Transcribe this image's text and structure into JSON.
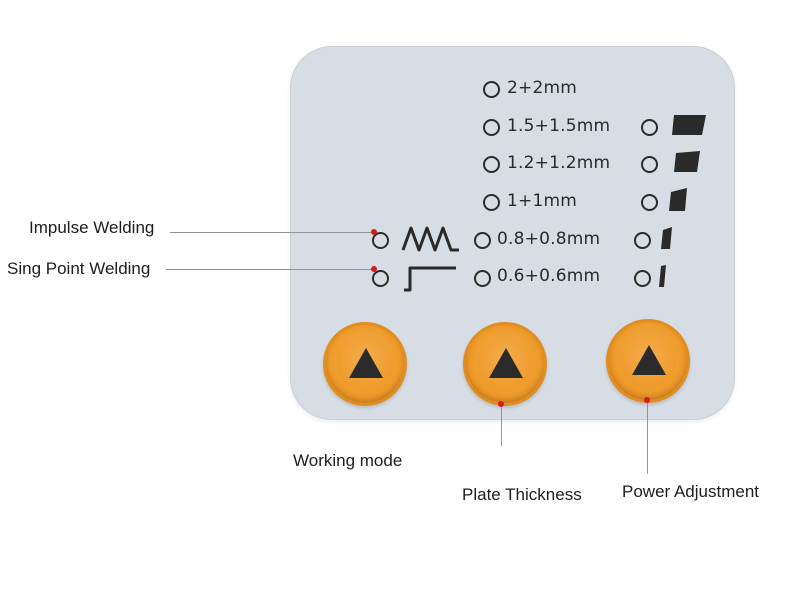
{
  "panel": {
    "thickness_options": [
      {
        "label": "2+2mm"
      },
      {
        "label": "1.5+1.5mm"
      },
      {
        "label": "1.2+1.2mm"
      },
      {
        "label": "1+1mm"
      },
      {
        "label": "0.8+0.8mm"
      },
      {
        "label": "0.6+0.6mm"
      }
    ],
    "power_levels": 5,
    "modes": [
      {
        "icon": "impulse-wave-icon"
      },
      {
        "icon": "single-point-step-icon"
      }
    ],
    "buttons": [
      {
        "icon": "triangle-up-icon"
      },
      {
        "icon": "triangle-up-icon"
      },
      {
        "icon": "triangle-up-icon"
      }
    ]
  },
  "callouts": {
    "impulse_welding": "Impulse Welding",
    "single_point_welding": "Sing Point Welding",
    "working_mode": "Working mode",
    "plate_thickness": "Plate Thickness",
    "power_adjustment": "Power Adjustment"
  },
  "colors": {
    "panel": "#d7dde4",
    "button": "#ee9a2a",
    "indicator_dot": "#d41b1b",
    "text": "#2a2a2a"
  }
}
